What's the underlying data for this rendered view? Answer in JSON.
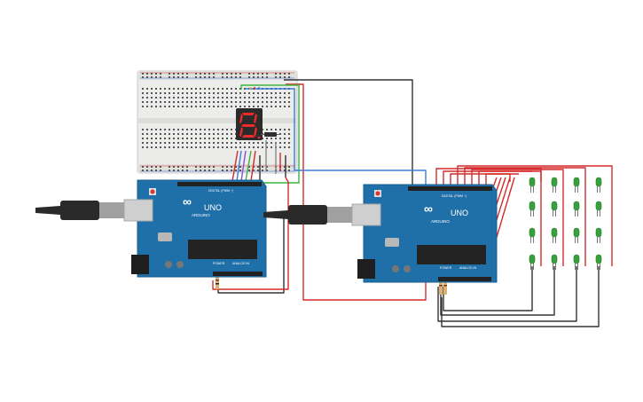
{
  "boards": {
    "left": {
      "brand": "ARDUINO",
      "model": "UNO",
      "digital_label": "DIGITAL (PWM ~)",
      "power_label": "POWER",
      "analog_label": "ANALOG IN"
    },
    "right": {
      "brand": "ARDUINO",
      "model": "UNO",
      "digital_label": "DIGITAL (PWM ~)",
      "power_label": "POWER",
      "analog_label": "ANALOG IN"
    }
  },
  "display": {
    "digit": "8"
  },
  "led_matrix": {
    "rows": 4,
    "cols": 4,
    "color": "#37a13c"
  },
  "colors": {
    "board": "#1f6fa8",
    "board_edge": "#195c8c",
    "wire_red": "#d42a2a",
    "wire_black": "#333333",
    "wire_green": "#3cb43c",
    "wire_blue": "#3b7dd8",
    "wire_purple": "#8a4fd0",
    "wire_yellow": "#e6b520",
    "breadboard": "#ececea",
    "display_body": "#2b2b2b",
    "segment": "#f02a2a"
  }
}
